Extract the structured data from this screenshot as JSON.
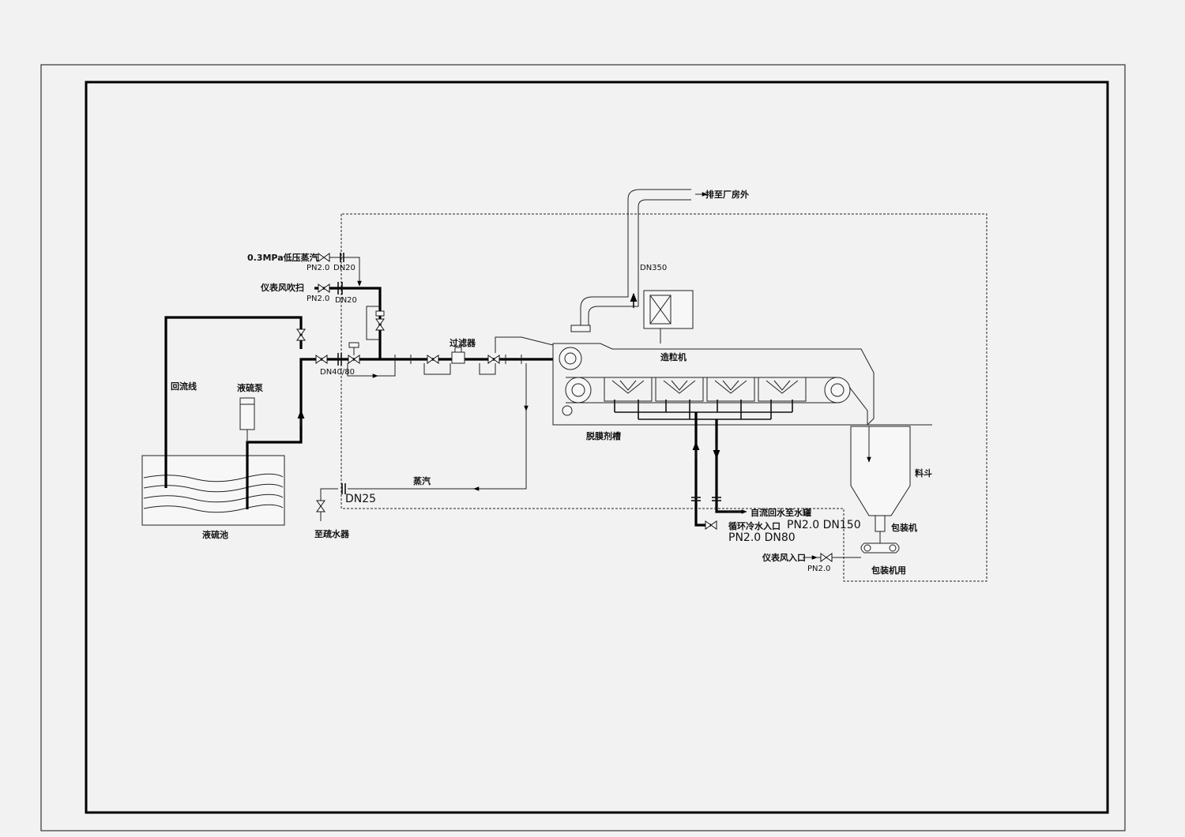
{
  "diagram": {
    "labels": {
      "low_pressure_steam": "0.3MPa低压蒸汽",
      "steam_valve_pn": "PN2.0",
      "steam_valve_dn": "DN20",
      "instrument_air_purge": "仪表风吹扫",
      "purge_valve_pn": "PN2.0",
      "purge_valve_dn": "DN20",
      "main_valve_dn": "DN40/80",
      "return_line": "回流线",
      "sulfur_pump": "液硫泵",
      "sulfur_pool": "液硫池",
      "filter": "过滤器",
      "exhaust_outside": "排至厂房外",
      "exhaust_dn": "DN350",
      "granulator": "造粒机",
      "release_agent_tank": "脱膜剂槽",
      "steam": "蒸汽",
      "steam_dn": "DN25",
      "to_drain": "至疏水器",
      "gravity_return": "自流回水至水罐",
      "return_spec": "PN2.0  DN150",
      "cooling_water_inlet": "循环冷水入口",
      "cooling_spec": "PN2.0  DN80",
      "hopper": "料斗",
      "packer": "包装机",
      "instrument_air_inlet": "仪表风入口",
      "air_inlet_pn": "PN2.0",
      "for_packer": "包装机用"
    }
  }
}
